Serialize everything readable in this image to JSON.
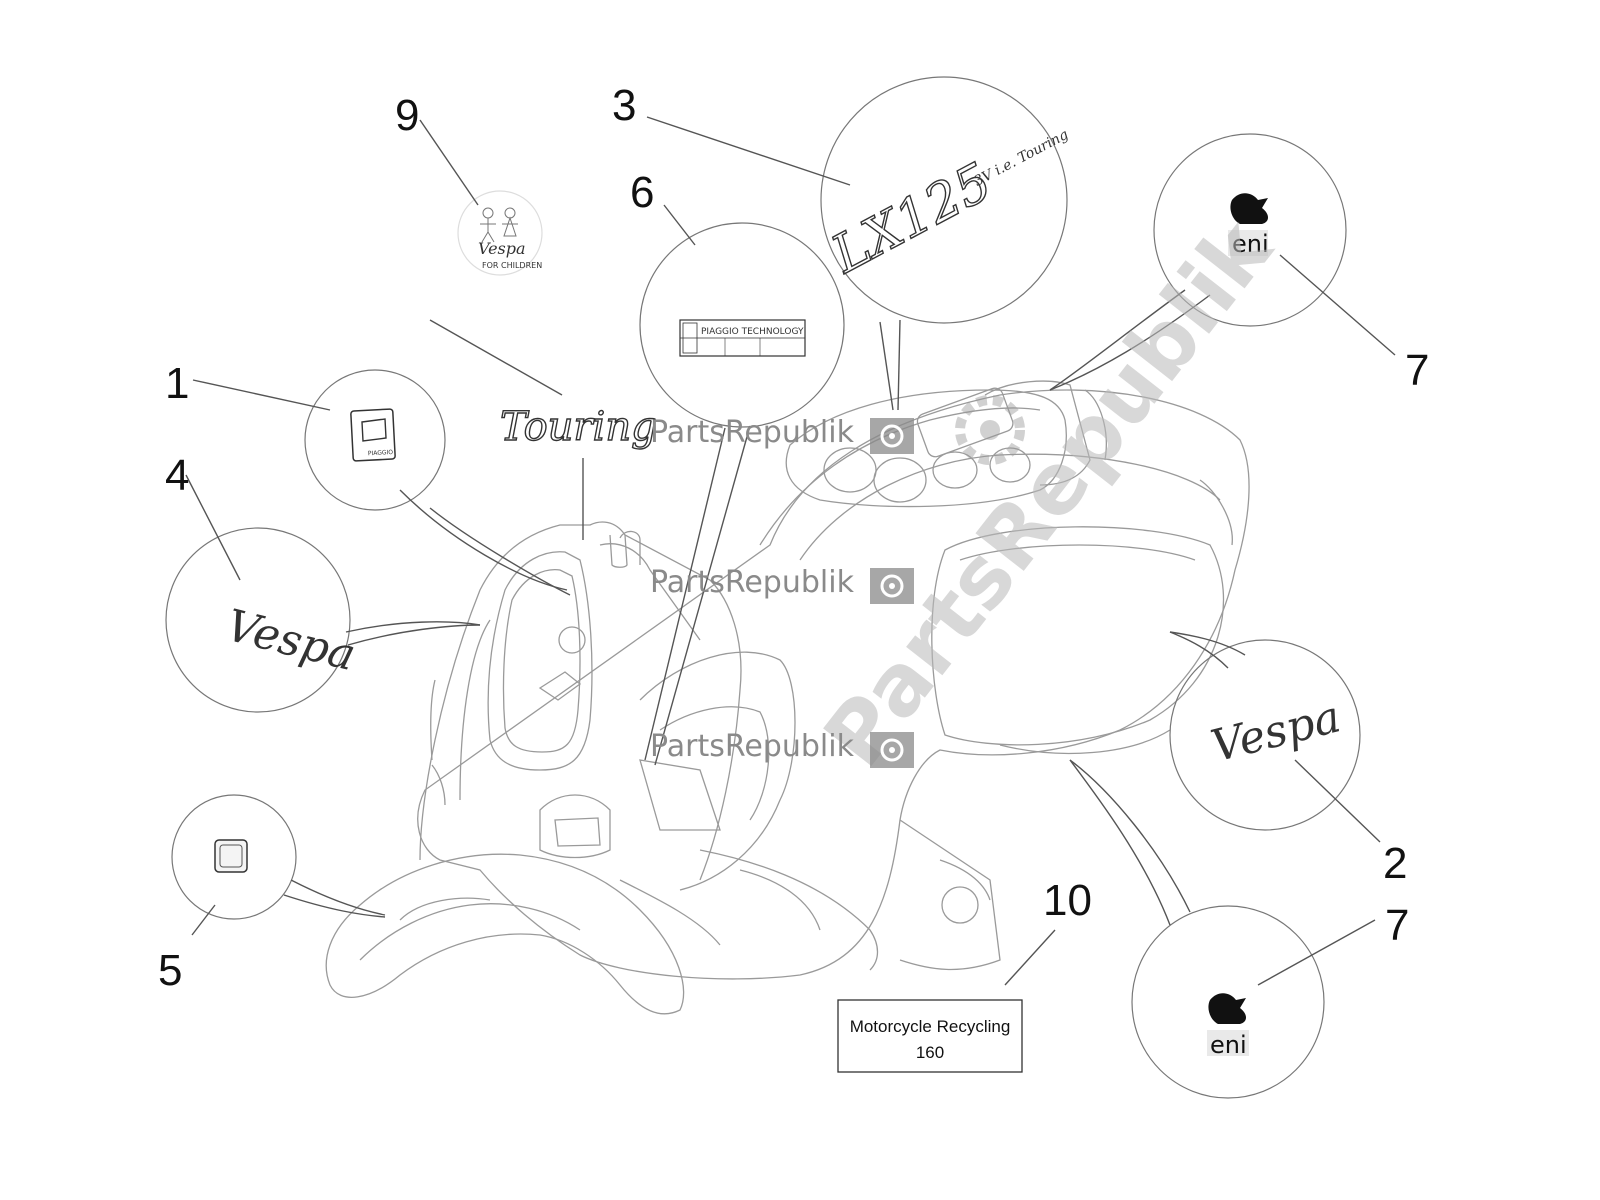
{
  "callouts": {
    "c1": "1",
    "c2": "2",
    "c3": "3",
    "c4": "4",
    "c5": "5",
    "c6": "6",
    "c7a": "7",
    "c7b": "7",
    "c9": "9",
    "c10": "10"
  },
  "watermark": {
    "brand": "PartsRepublik",
    "diagonal": "PartsRepublik"
  },
  "decals": {
    "touring": "Touring",
    "vespa_left": "Vespa",
    "vespa_right": "Vespa",
    "lx_model": "LX125",
    "lx_suffix": "3V i.e. Touring",
    "piaggio_plate": "PIAGGIO TECHNOLOGY",
    "piaggio_small": "PIAGGIO",
    "vespa_children": "Vespa",
    "for_children": "FOR CHILDREN",
    "eni_top": "eni",
    "eni_bottom": "eni"
  },
  "recycling_label": {
    "line1": "Motorcycle Recycling",
    "line2": "160"
  },
  "colors": {
    "outline": "#555555",
    "light_outline": "#9a9a9a",
    "watermark": "#8a8a8a"
  }
}
